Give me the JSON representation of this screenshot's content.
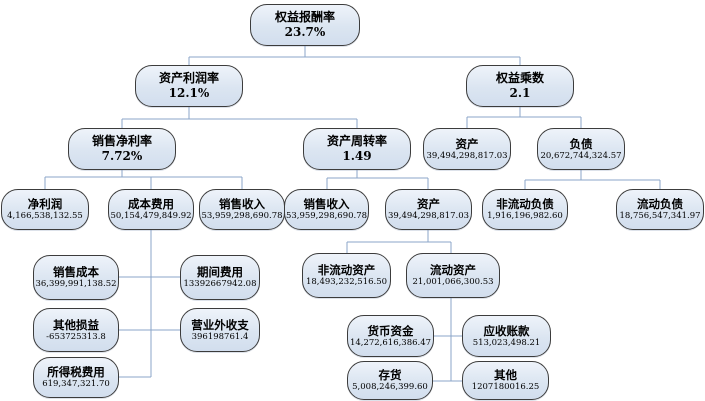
{
  "diagram": {
    "type": "dupont-analysis-tree",
    "colors": {
      "node_fill": "#dbe5f1",
      "node_border": "#3c3c3c",
      "connector": "#8ba5c9",
      "text": "#000000",
      "background": "#ffffff"
    },
    "nodes": {
      "roe": {
        "title": "权益报酬率",
        "value": "23.7%"
      },
      "roa": {
        "title": "资产利润率",
        "value": "12.1%"
      },
      "equity_multiplier": {
        "title": "权益乘数",
        "value": "2.1"
      },
      "net_profit_margin": {
        "title": "销售净利率",
        "value": "7.72%"
      },
      "asset_turnover": {
        "title": "资产周转率",
        "value": "1.49"
      },
      "assets_right": {
        "title": "资产",
        "value": "39,494,298,817.03"
      },
      "liabilities": {
        "title": "负债",
        "value": "20,672,744,324.57"
      },
      "net_profit": {
        "title": "净利润",
        "value": "4,166,538,132.55"
      },
      "cost_expense": {
        "title": "成本费用",
        "value": "50,154,479,849.92"
      },
      "sales_revenue_left": {
        "title": "销售收入",
        "value": "53,959,298,690.78"
      },
      "sales_revenue_mid": {
        "title": "销售收入",
        "value": "53,959,298,690.78"
      },
      "assets_mid": {
        "title": "资产",
        "value": "39,494,298,817.03"
      },
      "noncurrent_liabilities": {
        "title": "非流动负债",
        "value": "1,916,196,982.60"
      },
      "current_liabilities": {
        "title": "流动负债",
        "value": "18,756,547,341.97"
      },
      "cost_of_sales": {
        "title": "销售成本",
        "value": "36,399,991,138.52"
      },
      "period_expense": {
        "title": "期间费用",
        "value": "13392667942.08"
      },
      "other_gains": {
        "title": "其他损益",
        "value": "-653725313.8"
      },
      "nonoperating_items": {
        "title": "营业外收支",
        "value": "396198761.4"
      },
      "income_tax": {
        "title": "所得税费用",
        "value": "619,347,321.70"
      },
      "noncurrent_assets": {
        "title": "非流动资产",
        "value": "18,493,232,516.50"
      },
      "current_assets": {
        "title": "流动资产",
        "value": "21,001,066,300.53"
      },
      "cash": {
        "title": "货币资金",
        "value": "14,272,616,386.47"
      },
      "receivables": {
        "title": "应收账款",
        "value": "513,023,498.21"
      },
      "inventory": {
        "title": "存货",
        "value": "5,008,246,399.60"
      },
      "other": {
        "title": "其他",
        "value": "1207180016.25"
      }
    }
  }
}
